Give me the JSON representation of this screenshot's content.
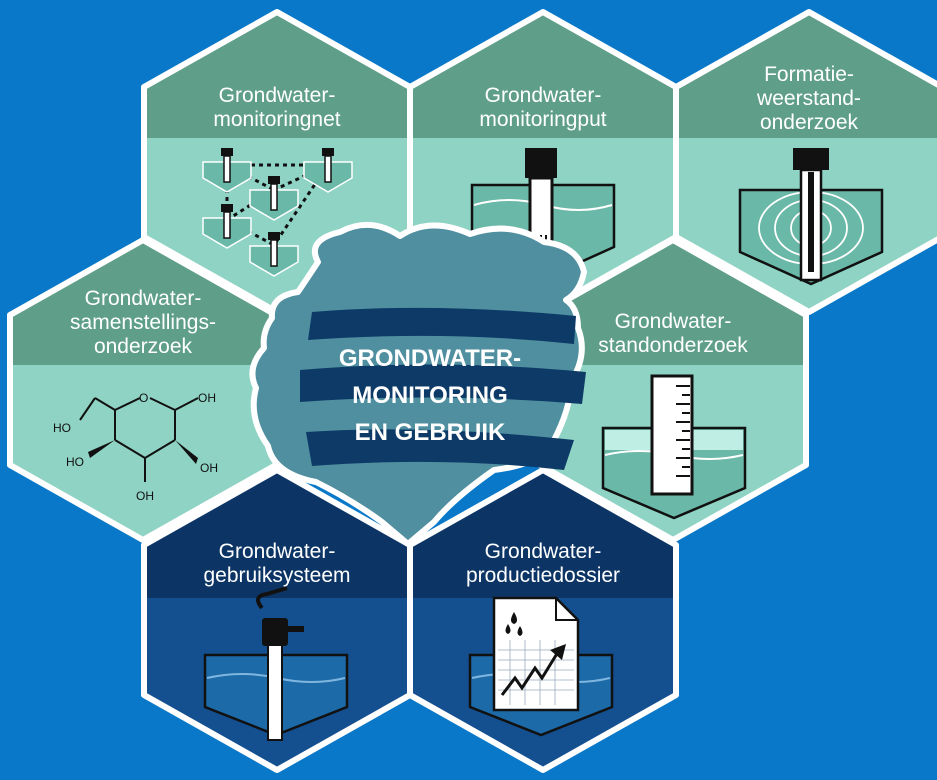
{
  "center": {
    "line1": "GRONDWATER-",
    "line2": "MONITORING",
    "line3": "EN GEBRUIK"
  },
  "hexes": {
    "monitoringnet": {
      "label": "Grondwater-\nmonitoringnet",
      "icon": "well-network-icon"
    },
    "monitoringput": {
      "label": "Grondwater-\nmonitoringput",
      "icon": "monitoring-well-icon"
    },
    "formatieweerstand": {
      "label": "Formatie-\nweerstand-\nonderzoek",
      "icon": "formation-resistance-icon"
    },
    "samenstelling": {
      "label": "Grondwater-\nsamenstellings-\nonderzoek",
      "icon": "glucose-molecule-icon"
    },
    "standonderzoek": {
      "label": "Grondwater-\nstandonderzoek",
      "icon": "water-level-gauge-icon"
    },
    "gebruiksysteem": {
      "label": "Grondwater-\ngebruiksysteem",
      "icon": "hand-pump-icon"
    },
    "productiedossier": {
      "label": "Grondwater-\nproductiedossier",
      "icon": "production-document-icon"
    }
  },
  "molecule": {
    "ring_o": "O",
    "oh1": "OH",
    "ho_ch2": "HO",
    "ho_left": "HO",
    "oh_right": "OH",
    "oh_bottom": "OH"
  },
  "colors": {
    "background": "#0a78c8",
    "hex_header_green": "#5f9f8a",
    "hex_body_aqua": "#8fd3c4",
    "hex_header_navy": "#0c3566",
    "hex_body_blue": "#14508f",
    "center_dark": "#0d3a66"
  }
}
